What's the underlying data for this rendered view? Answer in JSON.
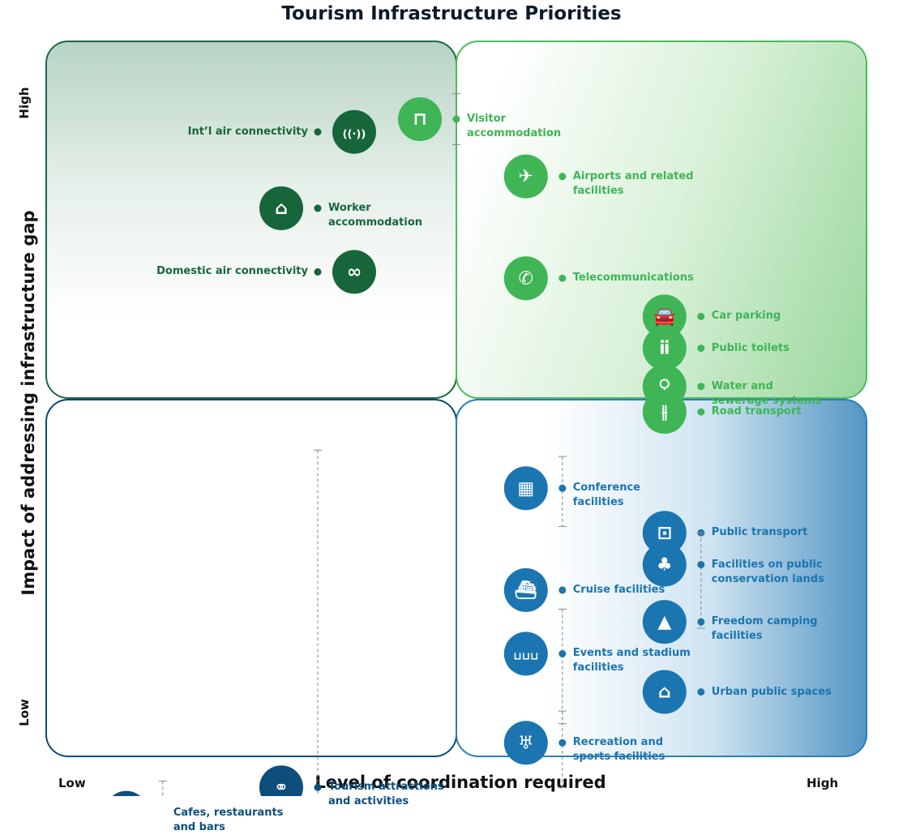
{
  "chart_data": {
    "type": "scatter",
    "title": "Tourism Infrastructure Priorities",
    "xlabel": "Level of coordination required",
    "ylabel": "Impact of addressing infrastructure gap",
    "x_ticks": [
      "Low",
      "High"
    ],
    "y_ticks": [
      "Low",
      "High"
    ],
    "xlim": [
      0,
      10
    ],
    "ylim": [
      0,
      10
    ],
    "grid": false,
    "quadrant_colors": {
      "top_left": "#1a6a3e",
      "top_right": "#4bbb5c",
      "bottom_left": "#0b4a78",
      "bottom_right": "#2a7fb3"
    },
    "points": [
      {
        "label": "Int’l air connectivity",
        "x": 3.3,
        "y": 8.8,
        "icon": "wifi-signal-icon",
        "color": "#17663a",
        "label_side": "left"
      },
      {
        "label": "Worker accommodation",
        "x": 3.3,
        "y": 7.6,
        "icon": "house-icon",
        "color": "#17663a",
        "label_side": "right"
      },
      {
        "label": "Domestic air connectivity",
        "x": 3.3,
        "y": 6.6,
        "icon": "link-icon",
        "color": "#17663a",
        "label_side": "left",
        "icon_offset": 1
      },
      {
        "label": "Visitor accommodation",
        "x": 5.0,
        "y": 9.0,
        "icon": "bed-frame-icon",
        "color": "#3fb556",
        "label_side": "right",
        "range": [
          8.6,
          9.4
        ]
      },
      {
        "label": "Airports and related facilities",
        "x": 6.3,
        "y": 8.1,
        "icon": "airplane-icon",
        "color": "#3fb556",
        "label_side": "right"
      },
      {
        "label": "Telecommunications",
        "x": 6.3,
        "y": 6.5,
        "icon": "phone-icon",
        "color": "#3fb556",
        "label_side": "right"
      },
      {
        "label": "Car parking",
        "x": 8.0,
        "y": 5.9,
        "icon": "car-icon",
        "color": "#3fb556",
        "label_side": "right"
      },
      {
        "label": "Public toilets",
        "x": 8.0,
        "y": 5.4,
        "icon": "toilets-icon",
        "color": "#3fb556",
        "label_side": "right",
        "icon_offset": -1
      },
      {
        "label": "Water and sewerage systems",
        "x": 8.0,
        "y": 4.8,
        "icon": "tap-icon",
        "color": "#3fb556",
        "label_side": "right"
      },
      {
        "label": "Road transport",
        "x": 8.0,
        "y": 4.4,
        "icon": "road-icon",
        "color": "#3fb556",
        "label_side": "right",
        "icon_offset": -1
      },
      {
        "label": "Conference facilities",
        "x": 6.3,
        "y": 3.2,
        "icon": "building-icon",
        "color": "#1b75b0",
        "label_side": "right",
        "range": [
          2.6,
          3.7
        ]
      },
      {
        "label": "Public transport",
        "x": 8.0,
        "y": 2.5,
        "icon": "train-icon",
        "color": "#1b75b0",
        "label_side": "right",
        "icon_offset": -1
      },
      {
        "label": "Facilities on public conservation lands",
        "x": 8.0,
        "y": 2.0,
        "icon": "tree-icon",
        "color": "#1b75b0",
        "label_side": "right",
        "range": [
          1.0,
          2.5
        ]
      },
      {
        "label": "Cruise facilities",
        "x": 6.3,
        "y": 1.6,
        "icon": "ship-icon",
        "color": "#1b75b0",
        "label_side": "right"
      },
      {
        "label": "Freedom camping facilities",
        "x": 8.0,
        "y": 1.1,
        "icon": "tent-icon",
        "color": "#1b75b0",
        "label_side": "right",
        "icon_offset": -1
      },
      {
        "label": "Events and stadium facilities",
        "x": 6.3,
        "y": 0.6,
        "icon": "seats-icon",
        "color": "#1b75b0",
        "label_side": "right",
        "range": [
          -0.5,
          1.3
        ]
      },
      {
        "label": "Urban public spaces",
        "x": 8.0,
        "y": 0.0,
        "icon": "museum-icon",
        "color": "#1b75b0",
        "label_side": "right",
        "icon_offset": -1
      },
      {
        "label": "Recreation and sports facilities",
        "x": 6.3,
        "y": -0.8,
        "icon": "trophy-icon",
        "color": "#1b75b0",
        "label_side": "right",
        "range": [
          -1.5,
          -0.3
        ]
      },
      {
        "label": "Tourism attractions and activities",
        "x": 3.3,
        "y": -1.5,
        "icon": "bicycle-icon",
        "color": "#0e4e7d",
        "label_side": "right",
        "range": [
          -2.2,
          3.8
        ],
        "icon_offset": -1
      },
      {
        "label": "Cafes, restaurants and bars",
        "x": 1.4,
        "y": -1.9,
        "icon": "cutlery-icon",
        "color": "#0e4e7d",
        "label_side": "right",
        "range": [
          -2.2,
          -1.4
        ],
        "icon_offset": -1
      }
    ]
  }
}
